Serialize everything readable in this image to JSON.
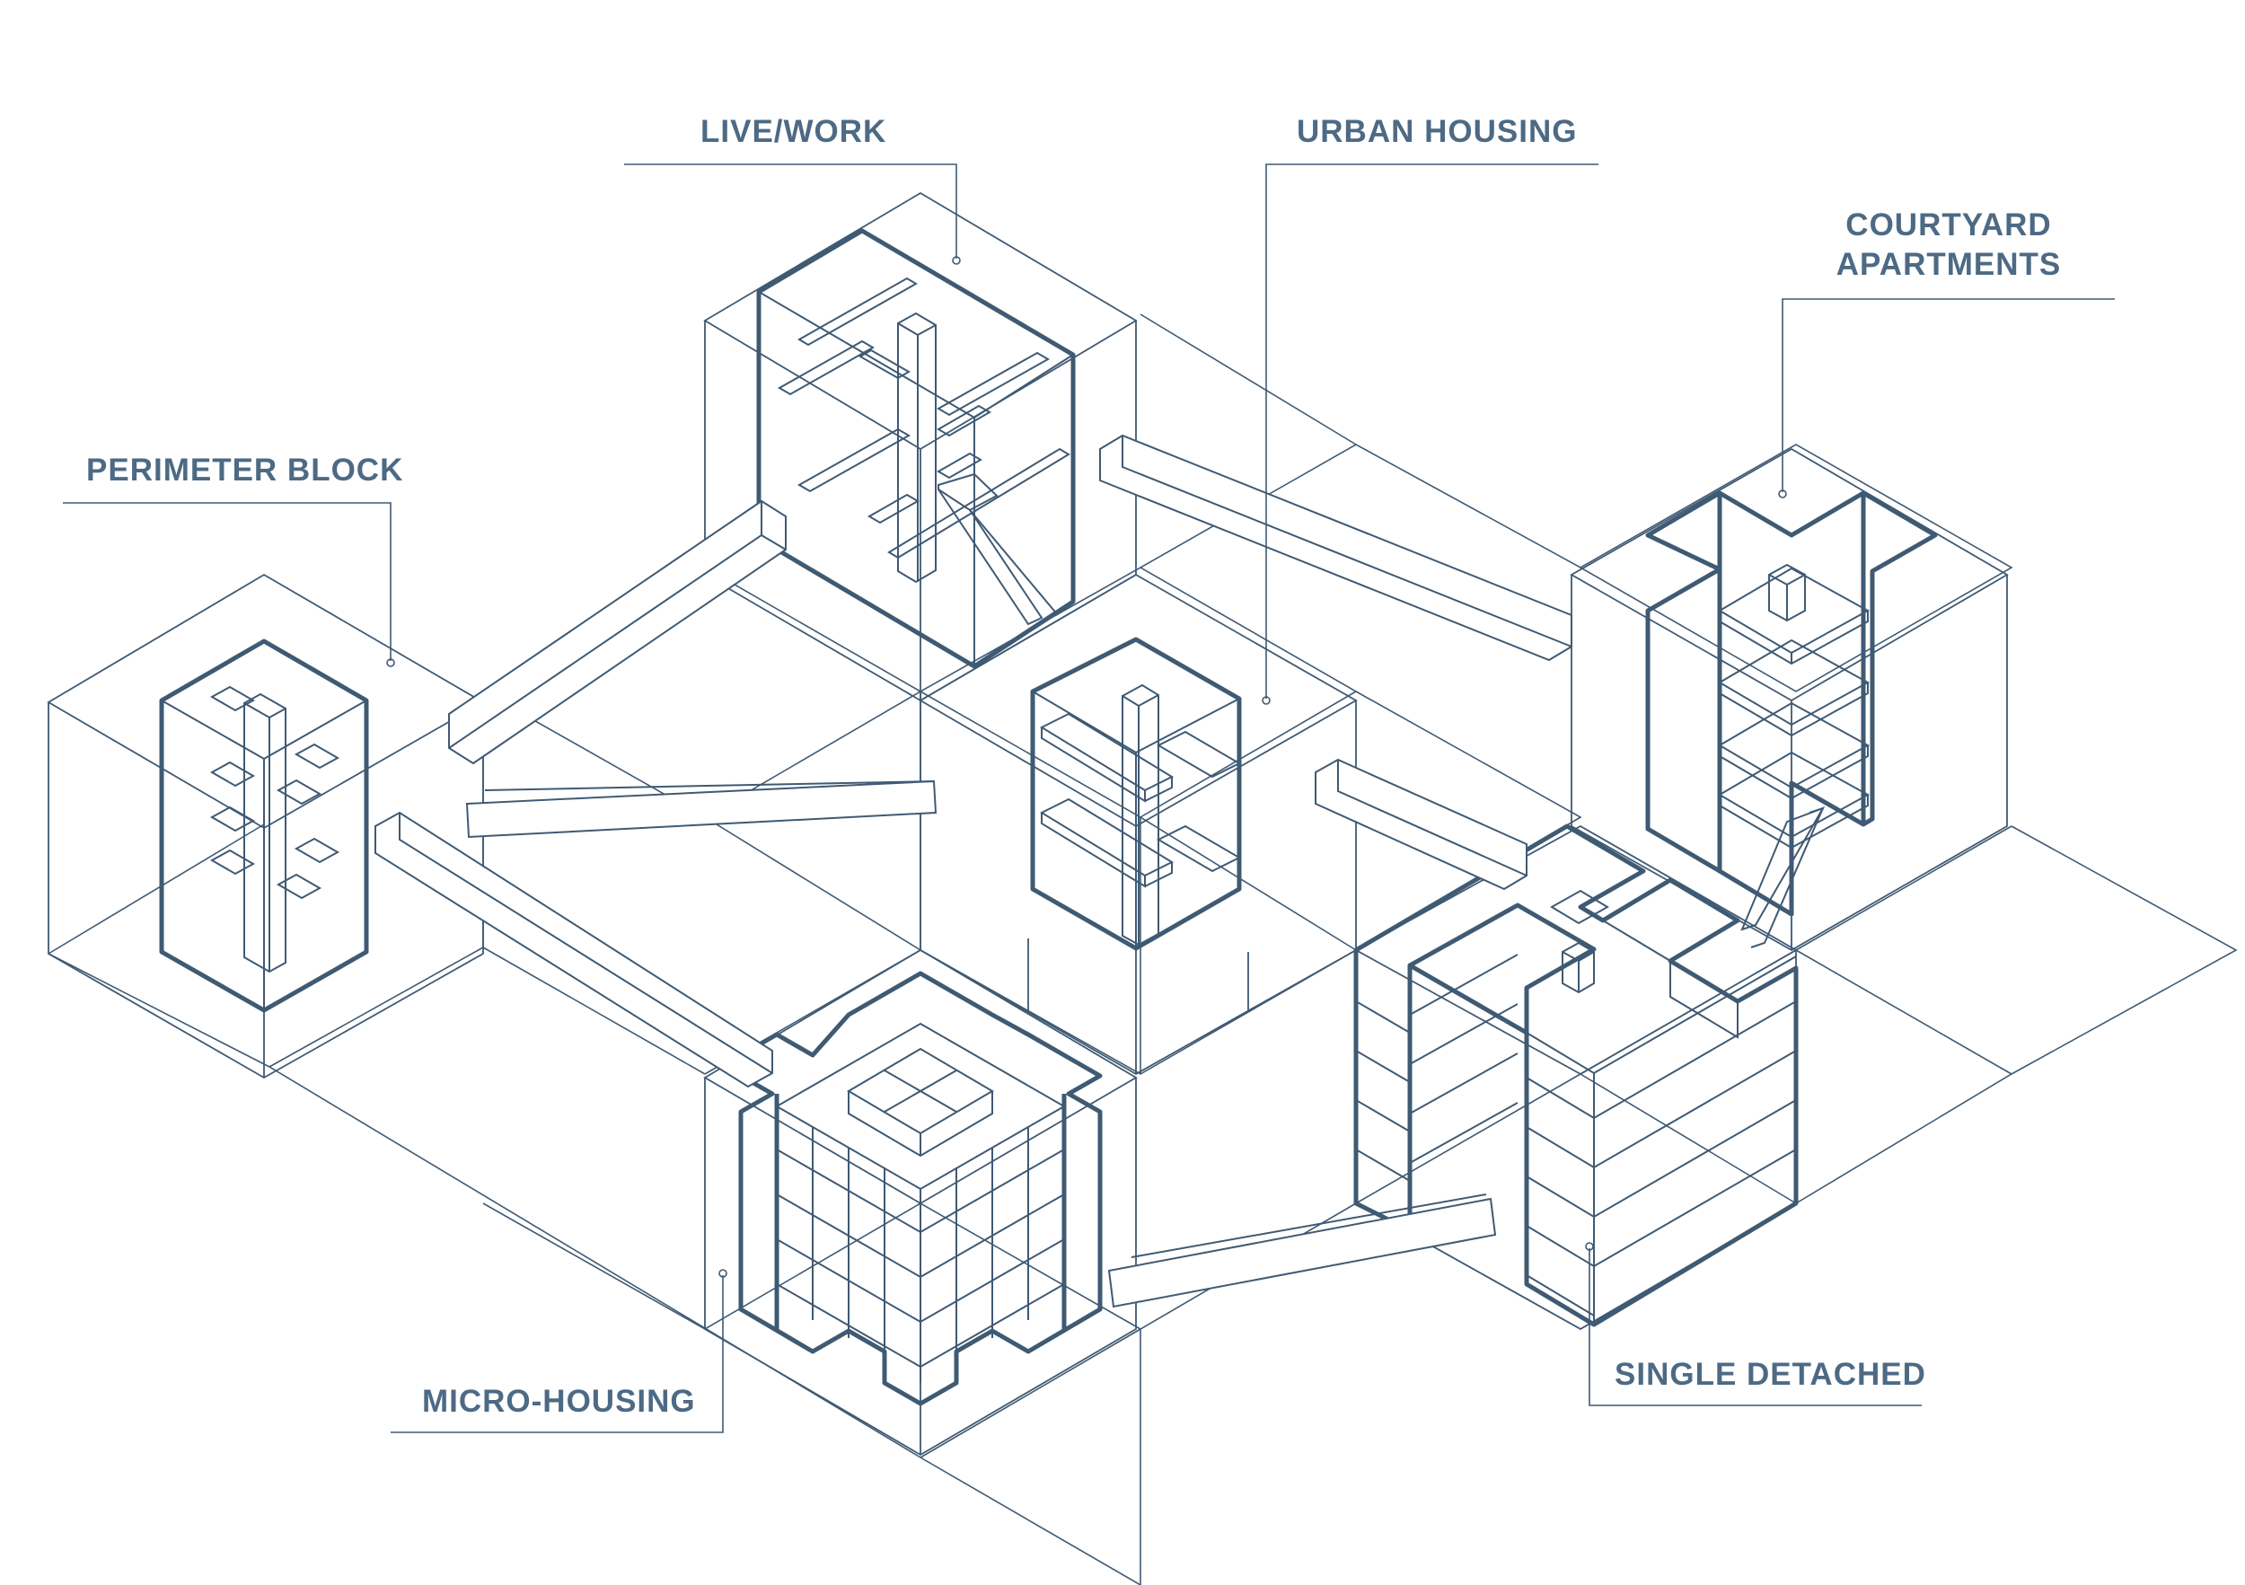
{
  "labels": {
    "live_work": "LIVE/WORK",
    "urban_housing": "URBAN HOUSING",
    "courtyard_line1": "COURTYARD",
    "courtyard_line2": "APARTMENTS",
    "perimeter_block": "PERIMETER BLOCK",
    "micro_housing": "MICRO-HOUSING",
    "single_detached": "SINGLE DETACHED"
  },
  "colors": {
    "line": "#3f5a73",
    "label": "#4d6a85",
    "background": "#ffffff"
  }
}
